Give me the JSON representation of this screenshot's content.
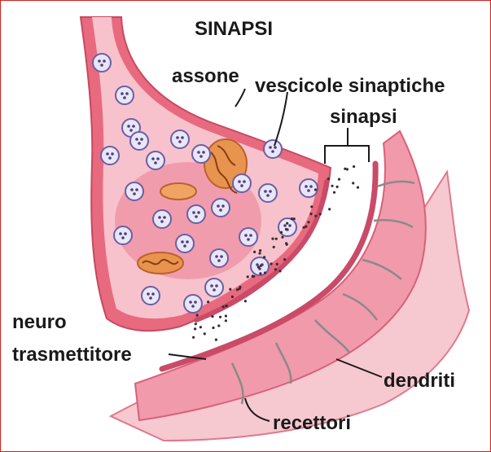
{
  "title": "SINAPSI",
  "labels": {
    "assone": "assone",
    "vescicole": "vescicole sinaptiche",
    "sinapsi": "sinapsi",
    "neuro_line1": "neuro",
    "neuro_line2": "trasmettitore",
    "dendriti": "dendriti",
    "recettori": "recettori"
  },
  "colors": {
    "frame_border": "#d22020",
    "axon_membrane": "#e86a7e",
    "axon_inner": "#f7c2cc",
    "axon_core": "#ef8fa2",
    "dendrite_band": "#f3a9b7",
    "dendrite_dark": "#e2788c",
    "vesicle_fill": "#e9e6f5",
    "vesicle_stroke": "#6a5ea8",
    "mitochondria": "#e8944e"
  }
}
